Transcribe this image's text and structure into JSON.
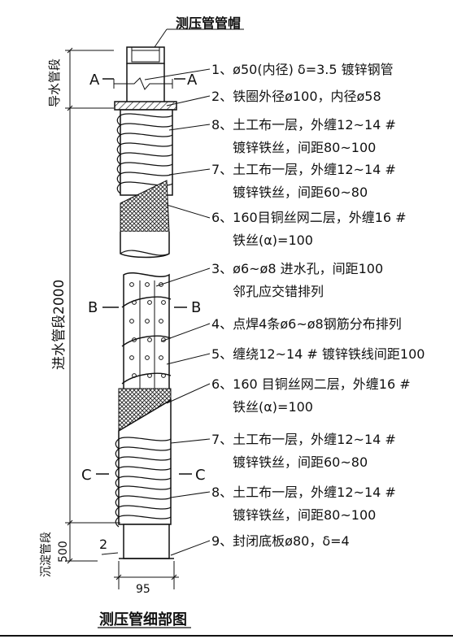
{
  "cap_label": "测压管管帽",
  "title": "测压管细部图",
  "segments": {
    "guide": "导水管段",
    "inlet": "进水管段2000",
    "settle": "沉淀管段",
    "settle_len": "500"
  },
  "sections": {
    "a_left": "A",
    "a_right": "A",
    "b_left": "B",
    "b_right": "B",
    "c_left": "C",
    "c_right": "C"
  },
  "dims": {
    "width": "95",
    "ref2": "2"
  },
  "callouts": [
    {
      "id": "c1",
      "line1": "1、ø50(内径) δ=3.5 镀锌钢管",
      "line2": ""
    },
    {
      "id": "c2",
      "line1": "2、铁圈外径ø100，内径ø58",
      "line2": ""
    },
    {
      "id": "c3",
      "line1": "8、土工布一层，外缠12~14 #",
      "line2": "镀锌铁丝，间距80~100"
    },
    {
      "id": "c4",
      "line1": "7、土工布一层，外缠12~14 #",
      "line2": "镀锌铁丝，间距60~80"
    },
    {
      "id": "c5",
      "line1": "6、160目铜丝网二层，外缠16 #",
      "line2": "铁丝(α)=100"
    },
    {
      "id": "c6",
      "line1": "3、ø6~ø8 进水孔，间距100",
      "line2": "邻孔应交错排列"
    },
    {
      "id": "c7",
      "line1": "4、点焊4条ø6~ø8钢筋分布排列",
      "line2": ""
    },
    {
      "id": "c8",
      "line1": "5、缠绕12~14 # 镀锌铁线间距100",
      "line2": ""
    },
    {
      "id": "c9",
      "line1": "6、160 目铜丝网二层，外缠16 #",
      "line2": "铁丝(α)=100"
    },
    {
      "id": "c10",
      "line1": "7、土工布一层，外缠12~14 #",
      "line2": "镀锌铁丝，间距60~80"
    },
    {
      "id": "c11",
      "line1": "8、土工布一层，外缠12~14 #",
      "line2": "镀锌铁丝，间距80~100"
    },
    {
      "id": "c12",
      "line1": "9、封闭底板ø80，δ=4",
      "line2": ""
    }
  ]
}
